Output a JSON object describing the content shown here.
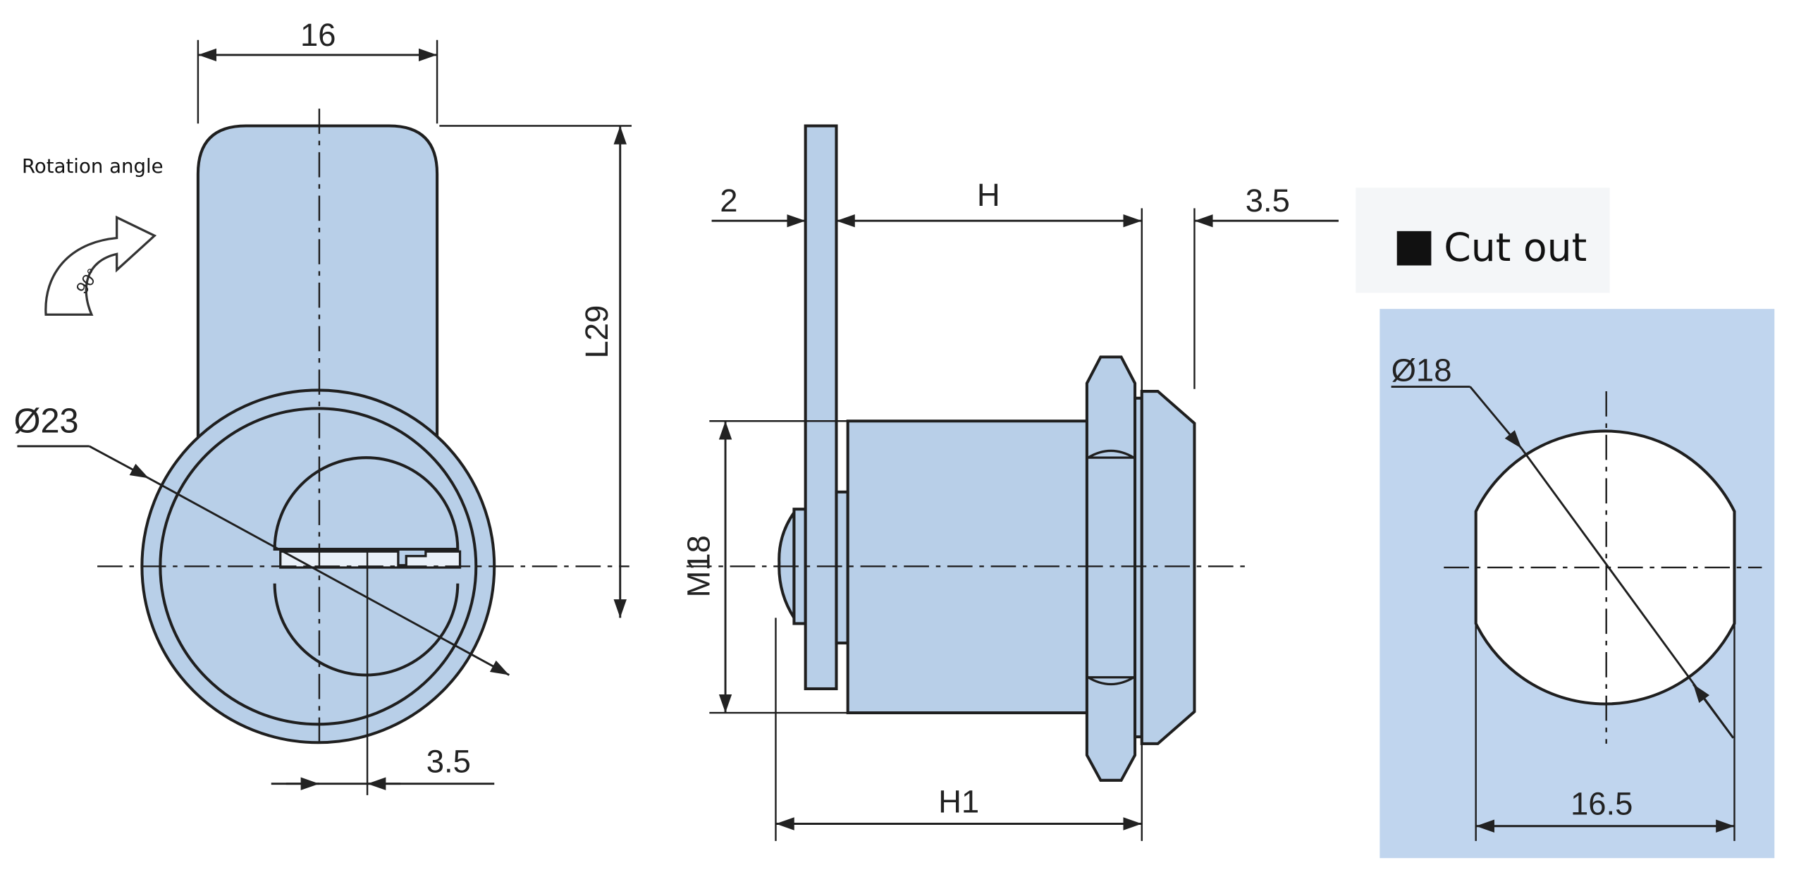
{
  "front_view": {
    "rotation_label": "Rotation angle",
    "rotation_angle": "90°",
    "width_dim": "16",
    "height_dim": "L29",
    "diameter_dim": "Ø23",
    "key_offset_dim": "3.5"
  },
  "side_view": {
    "plate_dim": "2",
    "body_dim": "H",
    "nut_dim": "3.5",
    "thread_dim": "M18",
    "total_dim": "H1"
  },
  "cutout": {
    "title": "Cut out",
    "diameter_dim": "Ø18",
    "flat_width_dim": "16.5"
  },
  "colors": {
    "part_fill": "#b8cfe8",
    "panel_fill": "#c0d5ee",
    "outline": "#1f1f1f"
  }
}
